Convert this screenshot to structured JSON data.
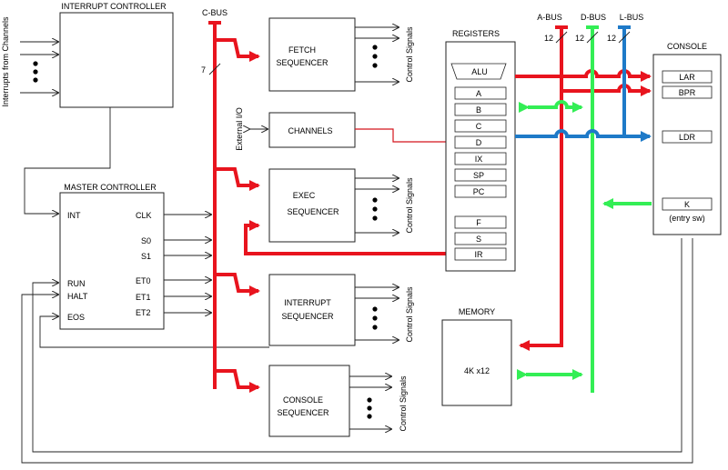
{
  "colors": {
    "c_bus": "#e8141e",
    "d_bus": "#33ee55",
    "l_bus": "#1e7ac8"
  },
  "labels": {
    "interrupt_controller": "INTERRUPT CONTROLLER",
    "interrupts_from_channels": "Interrupts from Channels",
    "master_controller": "MASTER CONTROLLER",
    "c_bus": "C-BUS",
    "c_bus_width": "7",
    "fetch_l1": "FETCH",
    "fetch_l2": "SEQUENCER",
    "exec_l1": "EXEC",
    "exec_l2": "SEQUENCER",
    "interrupt_seq_l1": "INTERRUPT",
    "interrupt_seq_l2": "SEQUENCER",
    "console_seq_l1": "CONSOLE",
    "console_seq_l2": "SEQUENCER",
    "channels": "CHANNELS",
    "external_io": "External I/O",
    "control_signals": "Control Signals",
    "registers": "REGISTERS",
    "memory": "MEMORY",
    "memory_size": "4K x12",
    "console": "CONSOLE",
    "a_bus": "A-BUS",
    "d_bus": "D-BUS",
    "l_bus": "L-BUS",
    "a_width": "12",
    "d_width": "12",
    "l_width": "12",
    "entry_sw": "(entry sw)"
  },
  "master_signals": {
    "int": "INT",
    "clk": "CLK",
    "s0": "S0",
    "s1": "S1",
    "run": "RUN",
    "halt": "HALT",
    "eos": "EOS",
    "et0": "ET0",
    "et1": "ET1",
    "et2": "ET2"
  },
  "registers": {
    "alu": "ALU",
    "a": "A",
    "b": "B",
    "c": "C",
    "d": "D",
    "ix": "IX",
    "sp": "SP",
    "pc": "PC",
    "f": "F",
    "s": "S",
    "ir": "IR"
  },
  "console_registers": {
    "lar": "LAR",
    "bpr": "BPR",
    "ldr": "LDR",
    "k": "K"
  }
}
